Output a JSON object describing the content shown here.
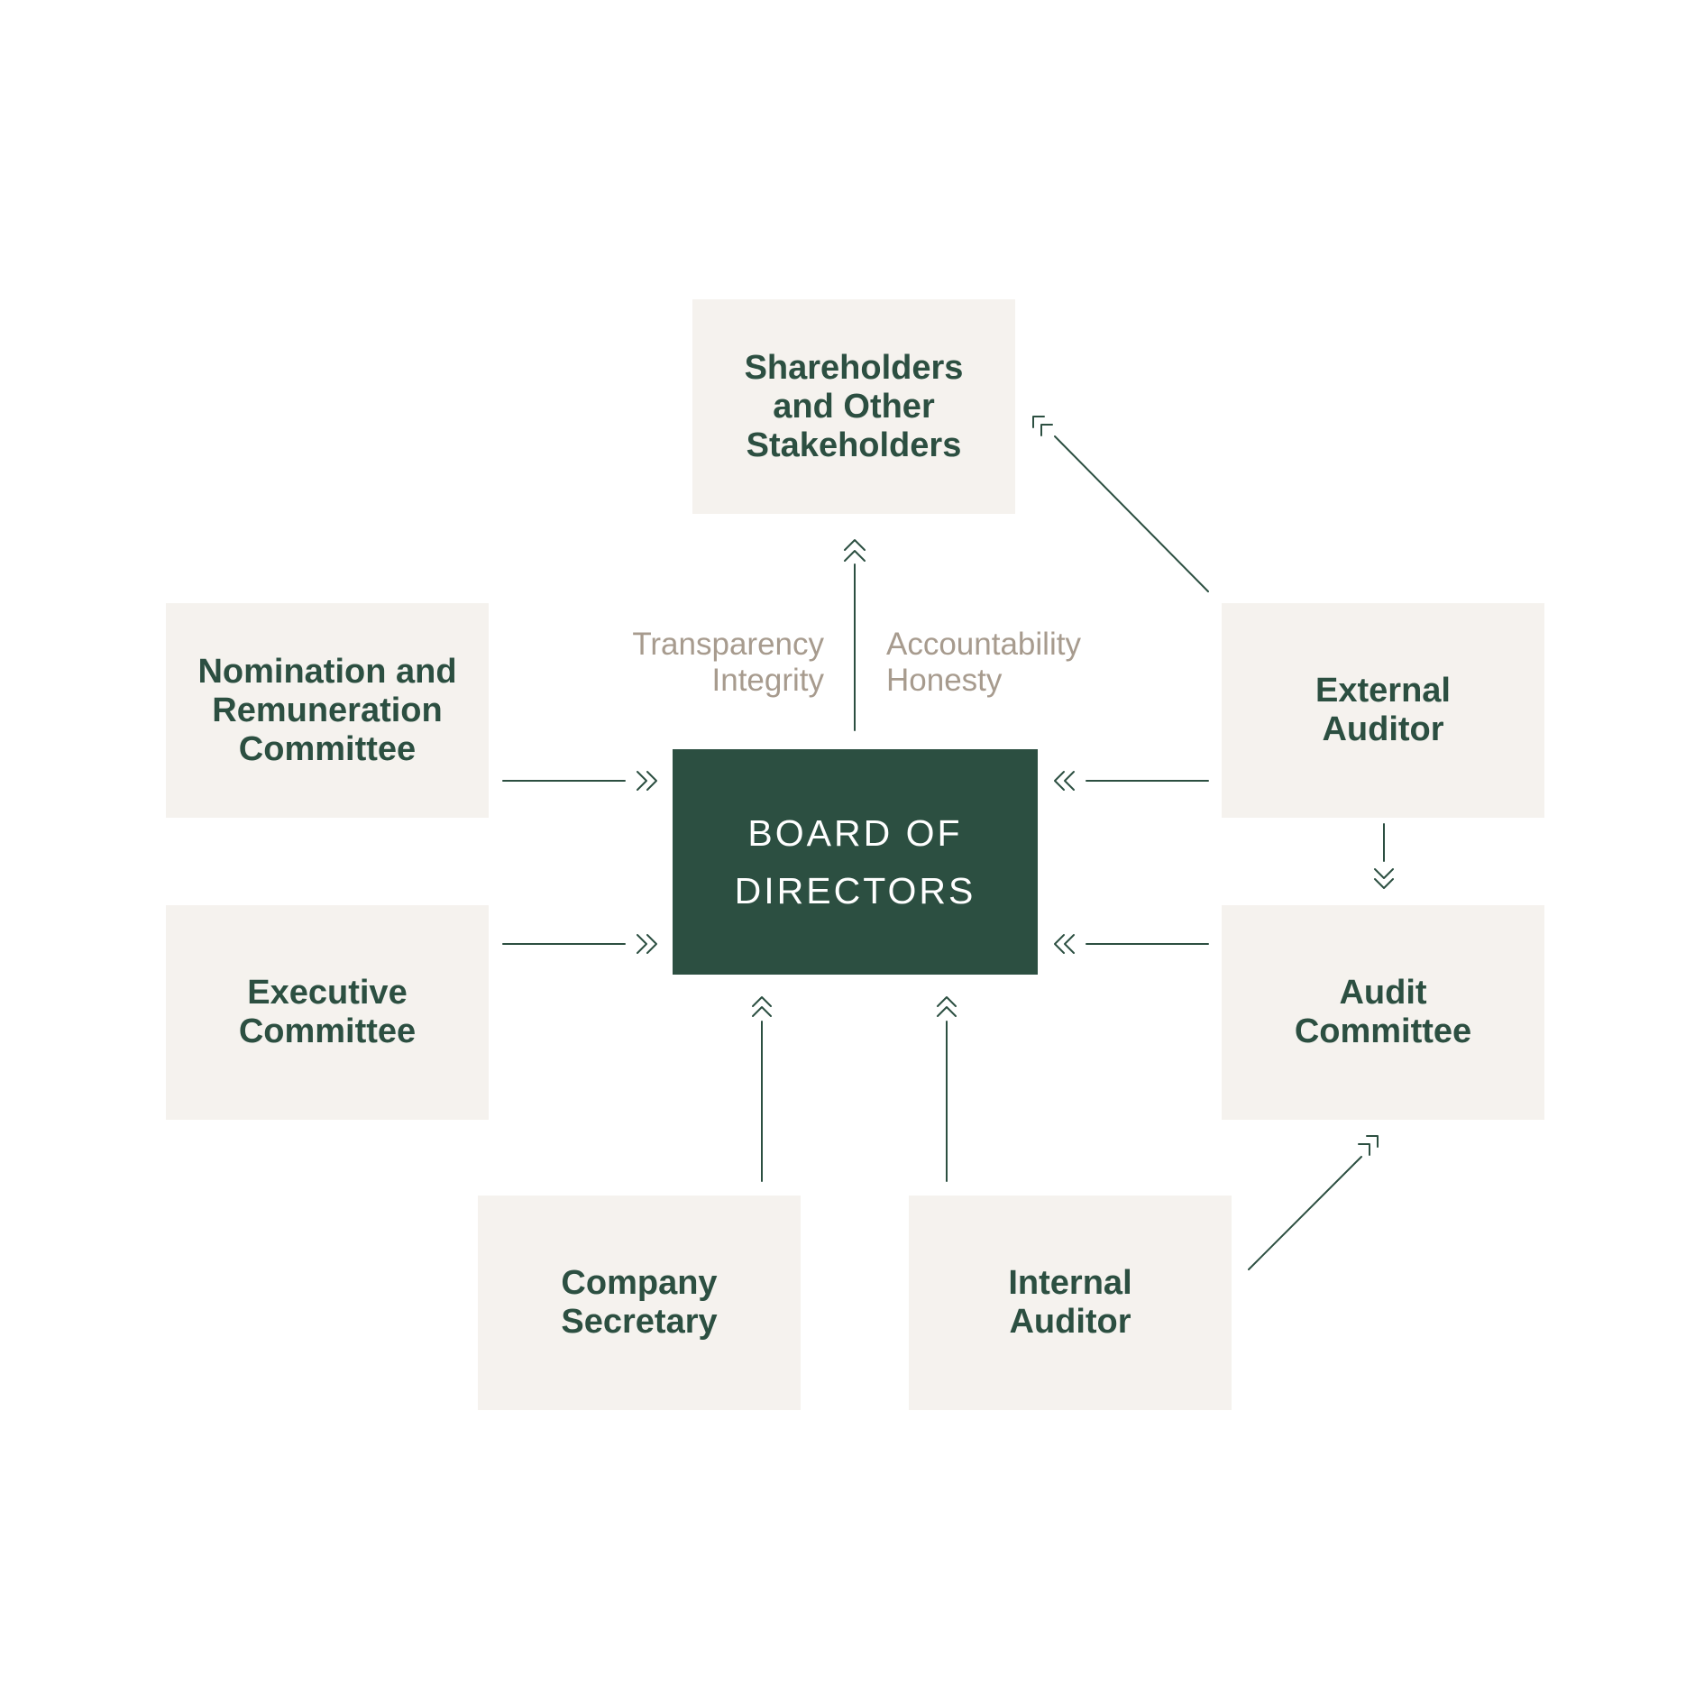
{
  "diagram": {
    "center": {
      "label": "BOARD OF\nDIRECTORS"
    },
    "top": {
      "label": "Shareholders\nand Other\nStakeholders"
    },
    "left_upper": {
      "label": "Nomination and\nRemuneration\nCommittee"
    },
    "left_lower": {
      "label": "Executive\nCommittee"
    },
    "right_upper": {
      "label": "External\nAuditor"
    },
    "right_lower": {
      "label": "Audit\nCommittee"
    },
    "bottom_left": {
      "label": "Company\nSecretary"
    },
    "bottom_right": {
      "label": "Internal\nAuditor"
    },
    "values_left": "Transparency\nIntegrity",
    "values_right": "Accountability\nHonesty"
  },
  "colors": {
    "primary": "#2c4f41",
    "box_fill": "#f5f2ee",
    "value_text": "#a79b8e"
  }
}
